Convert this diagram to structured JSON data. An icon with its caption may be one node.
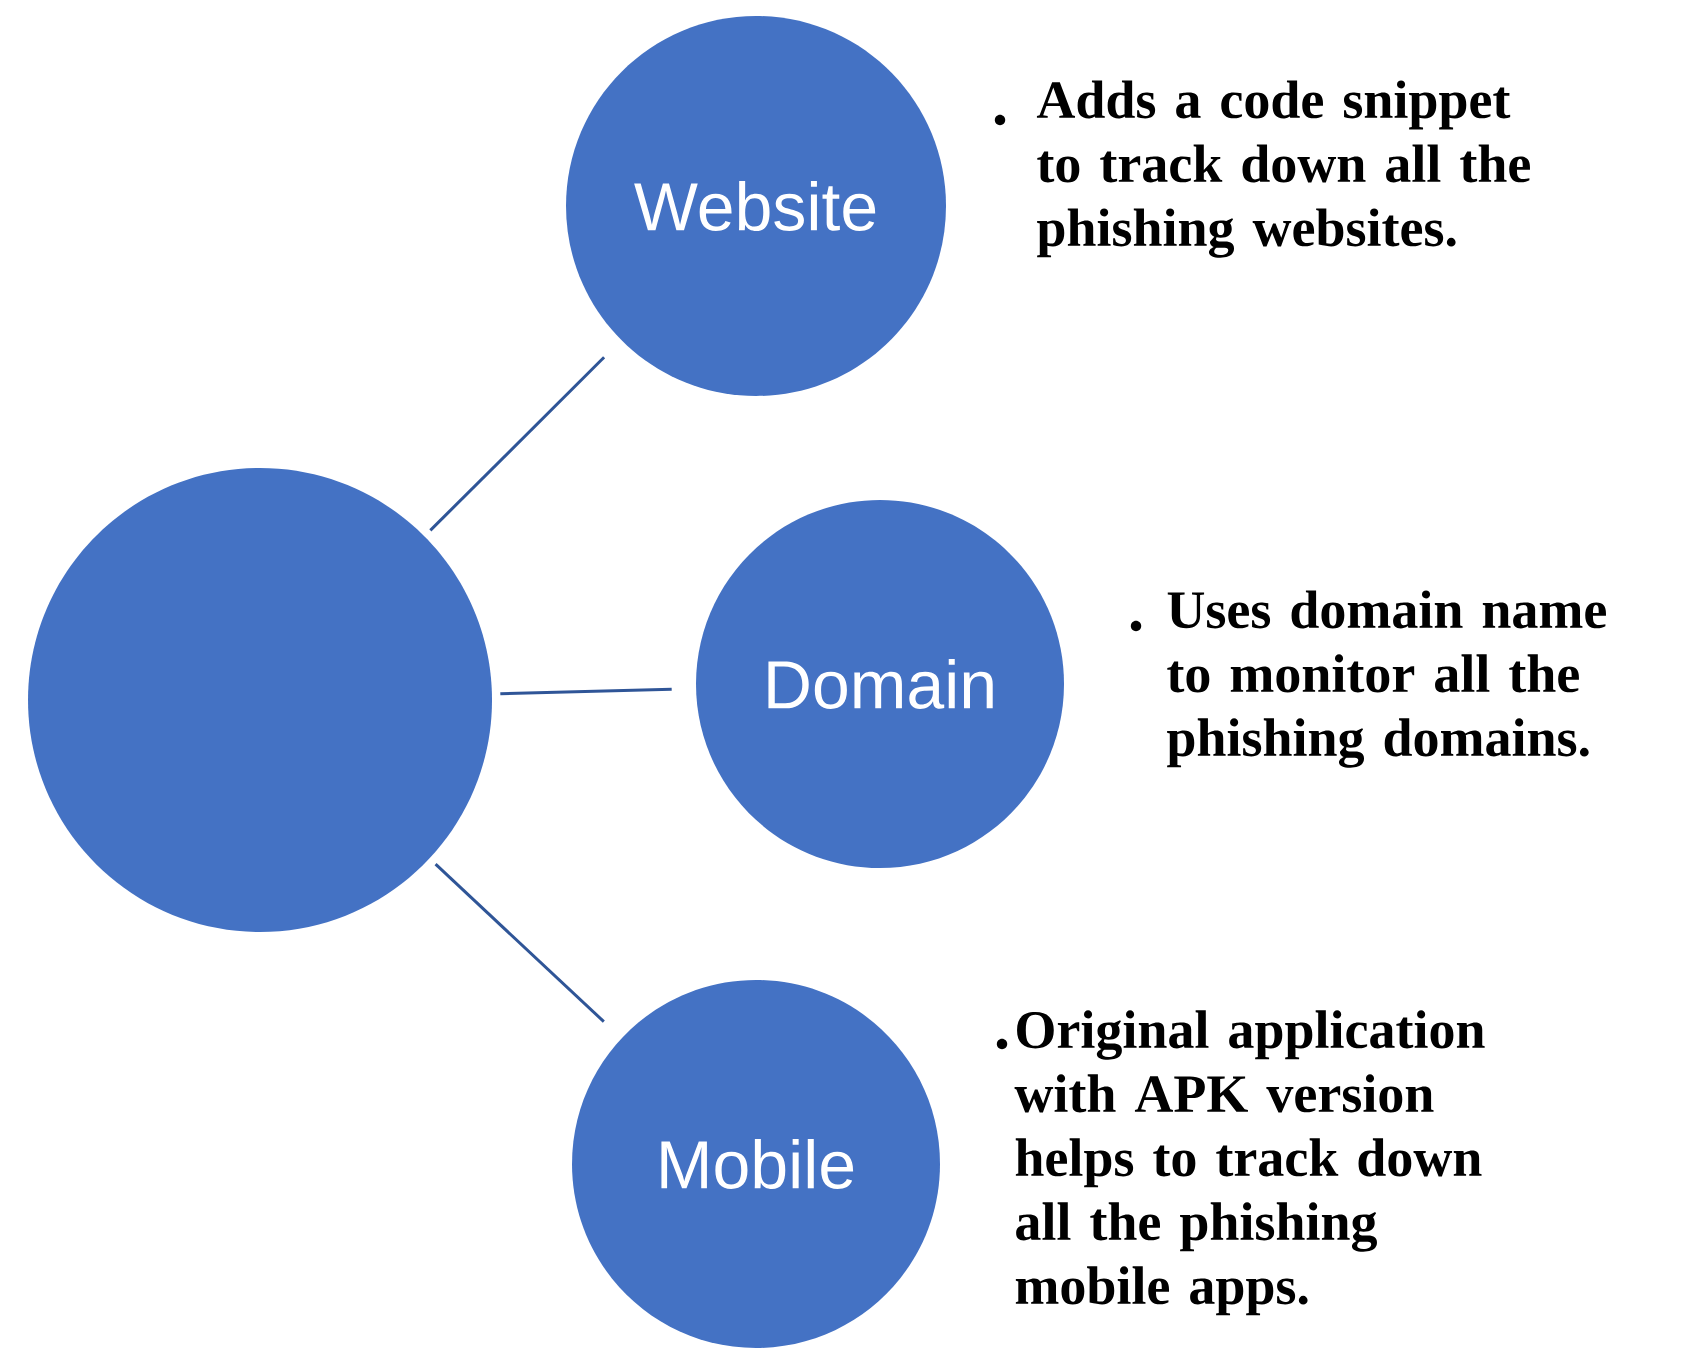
{
  "diagram": {
    "nodes": [
      {
        "text": [],
        "shape": "circle"
      },
      {
        "text": [
          "Website"
        ],
        "beside": [
          "Adds a code snippet to track down all the phishing websites."
        ]
      },
      {
        "text": [
          "Domain"
        ],
        "beside": [
          "Uses domain name to monitor all the phishing domains."
        ]
      },
      {
        "text": [
          "Mobile"
        ],
        "beside": [
          "Original application with APK version helps to track down all the phishing mobile apps."
        ]
      }
    ],
    "edges": [
      {
        "from": 0,
        "to": 1,
        "arrow": "none"
      },
      {
        "from": 0,
        "to": 2,
        "arrow": "none"
      },
      {
        "from": 0,
        "to": 3,
        "arrow": "none"
      }
    ]
  }
}
